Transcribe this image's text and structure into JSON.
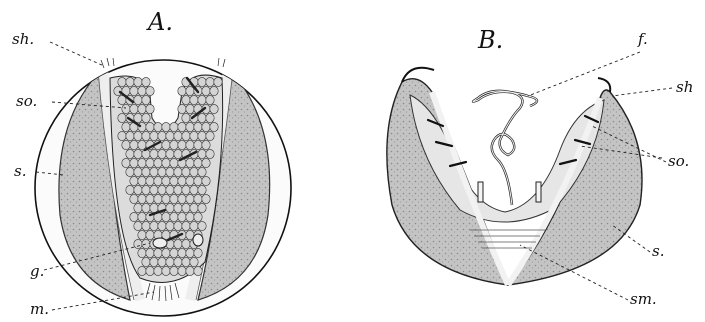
{
  "panels": [
    {
      "id": "A",
      "title": "A."
    },
    {
      "id": "B",
      "title": "B."
    }
  ],
  "labels": {
    "A": {
      "sh": "sh.",
      "so": "so.",
      "s": "s.",
      "g": "g.",
      "m": "m."
    },
    "B": {
      "f": "f.",
      "sh": "sh",
      "so": "so.",
      "s": "s.",
      "sm": "sm."
    }
  },
  "colors": {
    "ink": "#111111",
    "shell_shade": "#bdbdbd",
    "cell_fill": "#d2d2d2",
    "background": "#ffffff"
  }
}
